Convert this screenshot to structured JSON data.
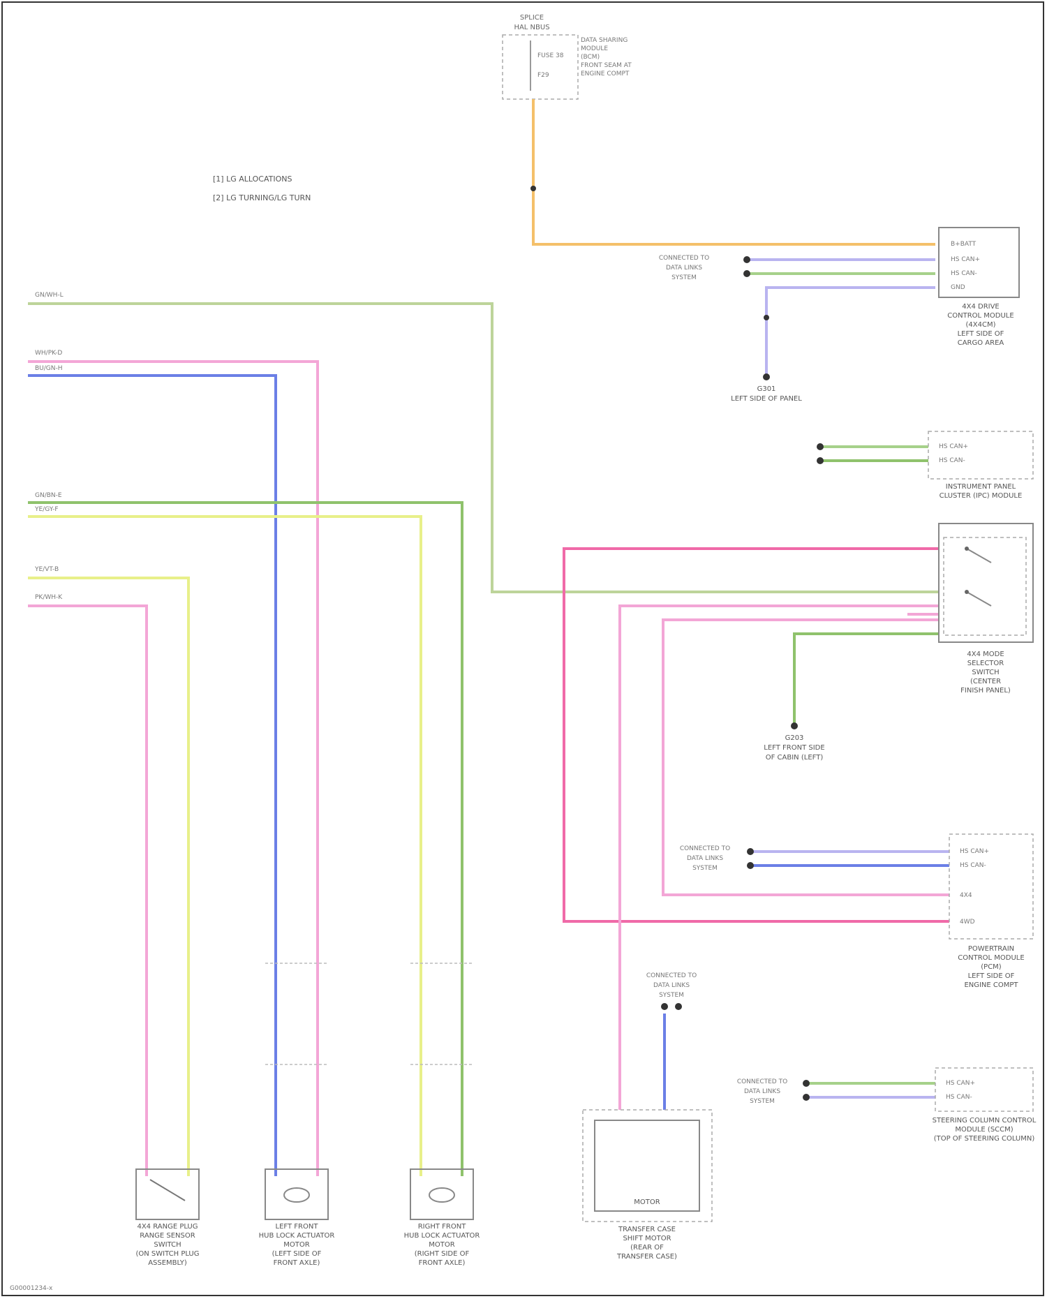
{
  "page": {
    "footer": "G00001234-x"
  },
  "legend": {
    "line1": "[1] LG ALLOCATIONS",
    "line2": "[2] LG TURNING/LG TURN"
  },
  "components": {
    "fuse_block": {
      "title": "SPLICE",
      "subtitle": "HAL NBUS",
      "pin_a": "FUSE 38",
      "pin_b": "F29",
      "caption": [
        "DATA SHARING",
        "MODULE",
        "(BCM)",
        "FRONT SEAM AT",
        "ENGINE COMPT"
      ]
    },
    "top_module": {
      "pins": [
        "B+BATT",
        "HS CAN+",
        "HS CAN-",
        "GND"
      ],
      "caption": [
        "4X4 DRIVE",
        "CONTROL MODULE",
        "(4X4CM)",
        "LEFT SIDE OF",
        "CARGO AREA"
      ]
    },
    "ground_1": {
      "caption": [
        "G301",
        "LEFT SIDE OF PANEL"
      ]
    },
    "dashed_module_1": {
      "pins": [
        "HS CAN+",
        "HS CAN-"
      ],
      "caption": [
        "INSTRUMENT PANEL",
        "CLUSTER (IPC) MODULE"
      ]
    },
    "switch_module": {
      "caption": [
        "4X4 MODE",
        "SELECTOR",
        "SWITCH",
        "(CENTER",
        "FINISH PANEL)"
      ]
    },
    "ground_2": {
      "caption": [
        "G203",
        "LEFT FRONT SIDE",
        "OF CABIN (LEFT)"
      ]
    },
    "pcm_module": {
      "pins": [
        "HS CAN+",
        "HS CAN-",
        "4X4",
        "4WD"
      ],
      "caption": [
        "POWERTRAIN",
        "CONTROL MODULE",
        "(PCM)",
        "LEFT SIDE OF",
        "ENGINE COMPT"
      ]
    },
    "steering_module": {
      "pins": [
        "HS CAN+",
        "HS CAN-"
      ],
      "caption": [
        "STEERING COLUMN CONTROL",
        "MODULE (SCCM)",
        "(TOP OF STEERING COLUMN)"
      ]
    },
    "transfer_case": {
      "inner": "MOTOR",
      "caption": [
        "TRANSFER CASE",
        "SHIFT MOTOR",
        "(REAR OF",
        "TRANSFER CASE)"
      ]
    },
    "bottom_1": {
      "caption": [
        "4X4 RANGE PLUG",
        "RANGE SENSOR",
        "SWITCH",
        "(ON SWITCH PLUG",
        "ASSEMBLY)"
      ]
    },
    "bottom_2": {
      "caption": [
        "LEFT FRONT",
        "HUB LOCK ACTUATOR",
        "MOTOR",
        "(LEFT SIDE OF",
        "FRONT AXLE)"
      ]
    },
    "bottom_3": {
      "caption": [
        "RIGHT FRONT",
        "HUB LOCK ACTUATOR",
        "MOTOR",
        "(RIGHT SIDE OF",
        "FRONT AXLE)"
      ]
    }
  },
  "wire_labels": {
    "w_green": "GN/WH-L",
    "w_pink": "WH/PK-D",
    "w_blue": "BU/GN-H",
    "w_green2": "GN/BN-E",
    "w_yellow": "YE/GY-F",
    "w_yel2": "YE/VT-B",
    "w_pink2": "PK/WH-K",
    "can_label": "CONNECTED TO",
    "can_label2": "DATA LINKS",
    "can_label3": "SYSTEM"
  },
  "colors": {
    "orange": "#f4c06a",
    "lavender": "#b9b4f0",
    "green": "#a6d18a",
    "olive": "#bdd49a",
    "pink": "#f3a6d6",
    "blue": "#6b7fe6",
    "yellow": "#e8f08a",
    "magenta": "#f06aa8",
    "grass": "#8fc26c"
  }
}
